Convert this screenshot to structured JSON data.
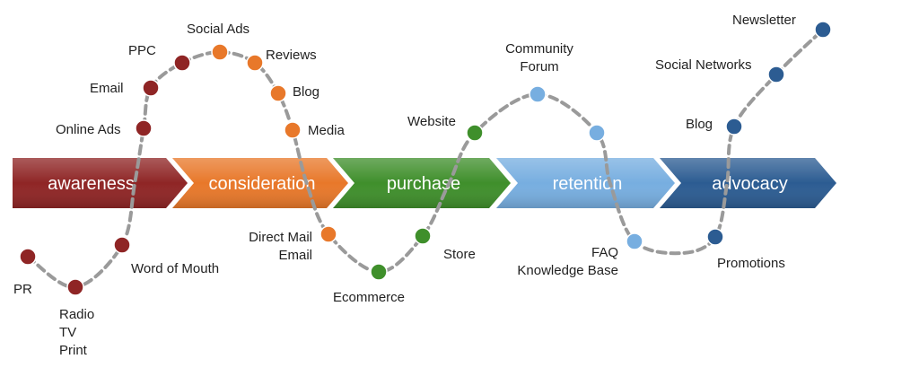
{
  "colors": {
    "awareness": "#8f2525",
    "consideration": "#e8782a",
    "purchase": "#3f8f2b",
    "retention": "#77aee0",
    "advocacy": "#2c5c92",
    "path": "#9a9a9a"
  },
  "stages": [
    {
      "id": "awareness",
      "label": "awareness"
    },
    {
      "id": "consideration",
      "label": "consideration"
    },
    {
      "id": "purchase",
      "label": "purchase"
    },
    {
      "id": "retention",
      "label": "retention"
    },
    {
      "id": "advocacy",
      "label": "advocacy"
    }
  ],
  "touchpoints": [
    {
      "id": "pr",
      "label": "PR",
      "stage": "awareness"
    },
    {
      "id": "radio-tv-print",
      "label": "Radio\nTV\nPrint",
      "stage": "awareness"
    },
    {
      "id": "word-of-mouth",
      "label": "Word of Mouth",
      "stage": "awareness"
    },
    {
      "id": "online-ads",
      "label": "Online Ads",
      "stage": "awareness"
    },
    {
      "id": "email",
      "label": "Email",
      "stage": "awareness"
    },
    {
      "id": "ppc",
      "label": "PPC",
      "stage": "awareness"
    },
    {
      "id": "social-ads",
      "label": "Social Ads",
      "stage": "consideration"
    },
    {
      "id": "reviews",
      "label": "Reviews",
      "stage": "consideration"
    },
    {
      "id": "blog-consideration",
      "label": "Blog",
      "stage": "consideration"
    },
    {
      "id": "media",
      "label": "Media",
      "stage": "consideration"
    },
    {
      "id": "direct-mail-email",
      "label": "Direct Mail\nEmail",
      "stage": "consideration"
    },
    {
      "id": "ecommerce",
      "label": "Ecommerce",
      "stage": "purchase"
    },
    {
      "id": "store",
      "label": "Store",
      "stage": "purchase"
    },
    {
      "id": "website",
      "label": "Website",
      "stage": "purchase"
    },
    {
      "id": "community-forum",
      "label": "Community\nForum",
      "stage": "retention"
    },
    {
      "id": "faq-knowledge-base",
      "label": "FAQ\nKnowledge Base",
      "stage": "retention"
    },
    {
      "id": "promotions",
      "label": "Promotions",
      "stage": "advocacy"
    },
    {
      "id": "blog-advocacy",
      "label": "Blog",
      "stage": "advocacy"
    },
    {
      "id": "social-networks",
      "label": "Social Networks",
      "stage": "advocacy"
    },
    {
      "id": "newsletter",
      "label": "Newsletter",
      "stage": "advocacy"
    }
  ]
}
